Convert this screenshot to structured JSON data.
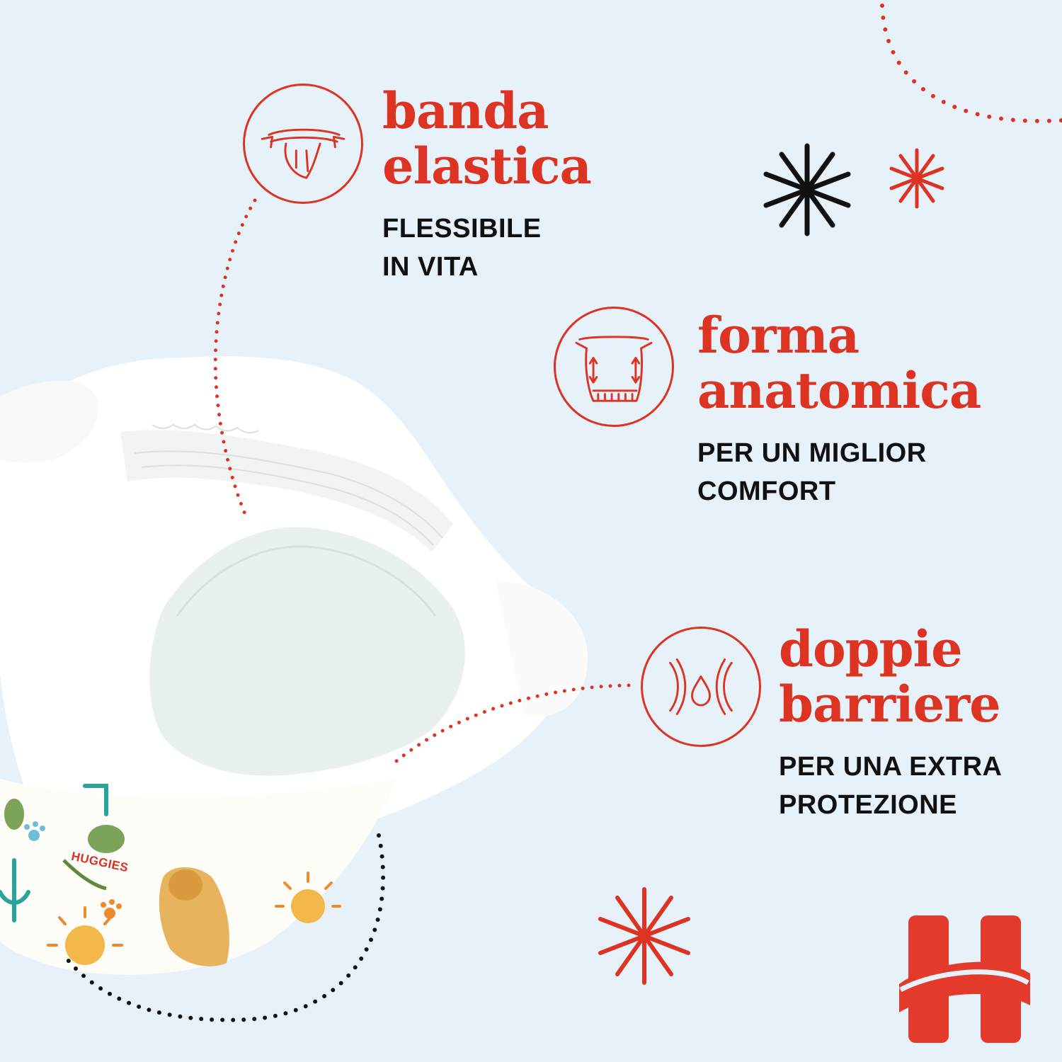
{
  "colors": {
    "background": "#e6f1f9",
    "accent": "#dd3322",
    "text": "#111111"
  },
  "features": [
    {
      "icon": "elastic-waistband-icon",
      "title_lines": [
        "banda",
        "elastica"
      ],
      "subtitle_lines": [
        "FLESSIBILE",
        "IN VITA"
      ]
    },
    {
      "icon": "anatomical-shape-icon",
      "title_lines": [
        "forma",
        "anatomica"
      ],
      "subtitle_lines": [
        "PER UN MIGLIOR",
        "COMFORT"
      ]
    },
    {
      "icon": "double-barrier-icon",
      "title_lines": [
        "doppie",
        "barriere"
      ],
      "subtitle_lines": [
        "PER UNA EXTRA",
        "PROTEZIONE"
      ]
    }
  ],
  "product": {
    "print_text": "HUGGIES"
  },
  "brand": {
    "logo_icon": "huggies-h-logo-icon"
  }
}
